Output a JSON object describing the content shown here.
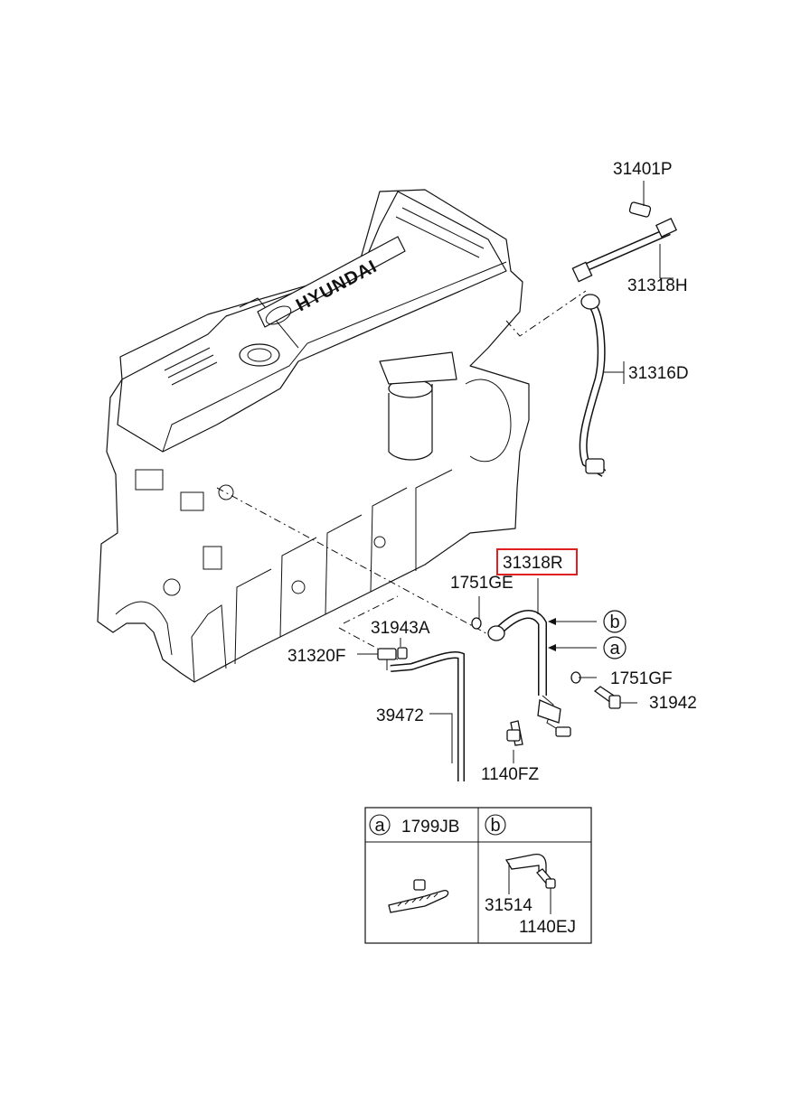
{
  "parts": {
    "p31401P": "31401P",
    "p31318H": "31318H",
    "p31316D": "31316D",
    "p31318R": "31318R",
    "p1751GE": "1751GE",
    "p31943A": "31943A",
    "p31320F": "31320F",
    "p1751GF": "1751GF",
    "p31942": "31942",
    "p39472": "39472",
    "p1140FZ": "1140FZ"
  },
  "callouts": {
    "a": "a",
    "b": "b"
  },
  "brand": "HYUNDAI",
  "legend_table": {
    "cell_a": {
      "marker": "a",
      "part": "1799JB"
    },
    "cell_b": {
      "marker": "b",
      "parts": [
        "31514",
        "1140EJ"
      ]
    }
  },
  "highlight_color": "#e02020"
}
